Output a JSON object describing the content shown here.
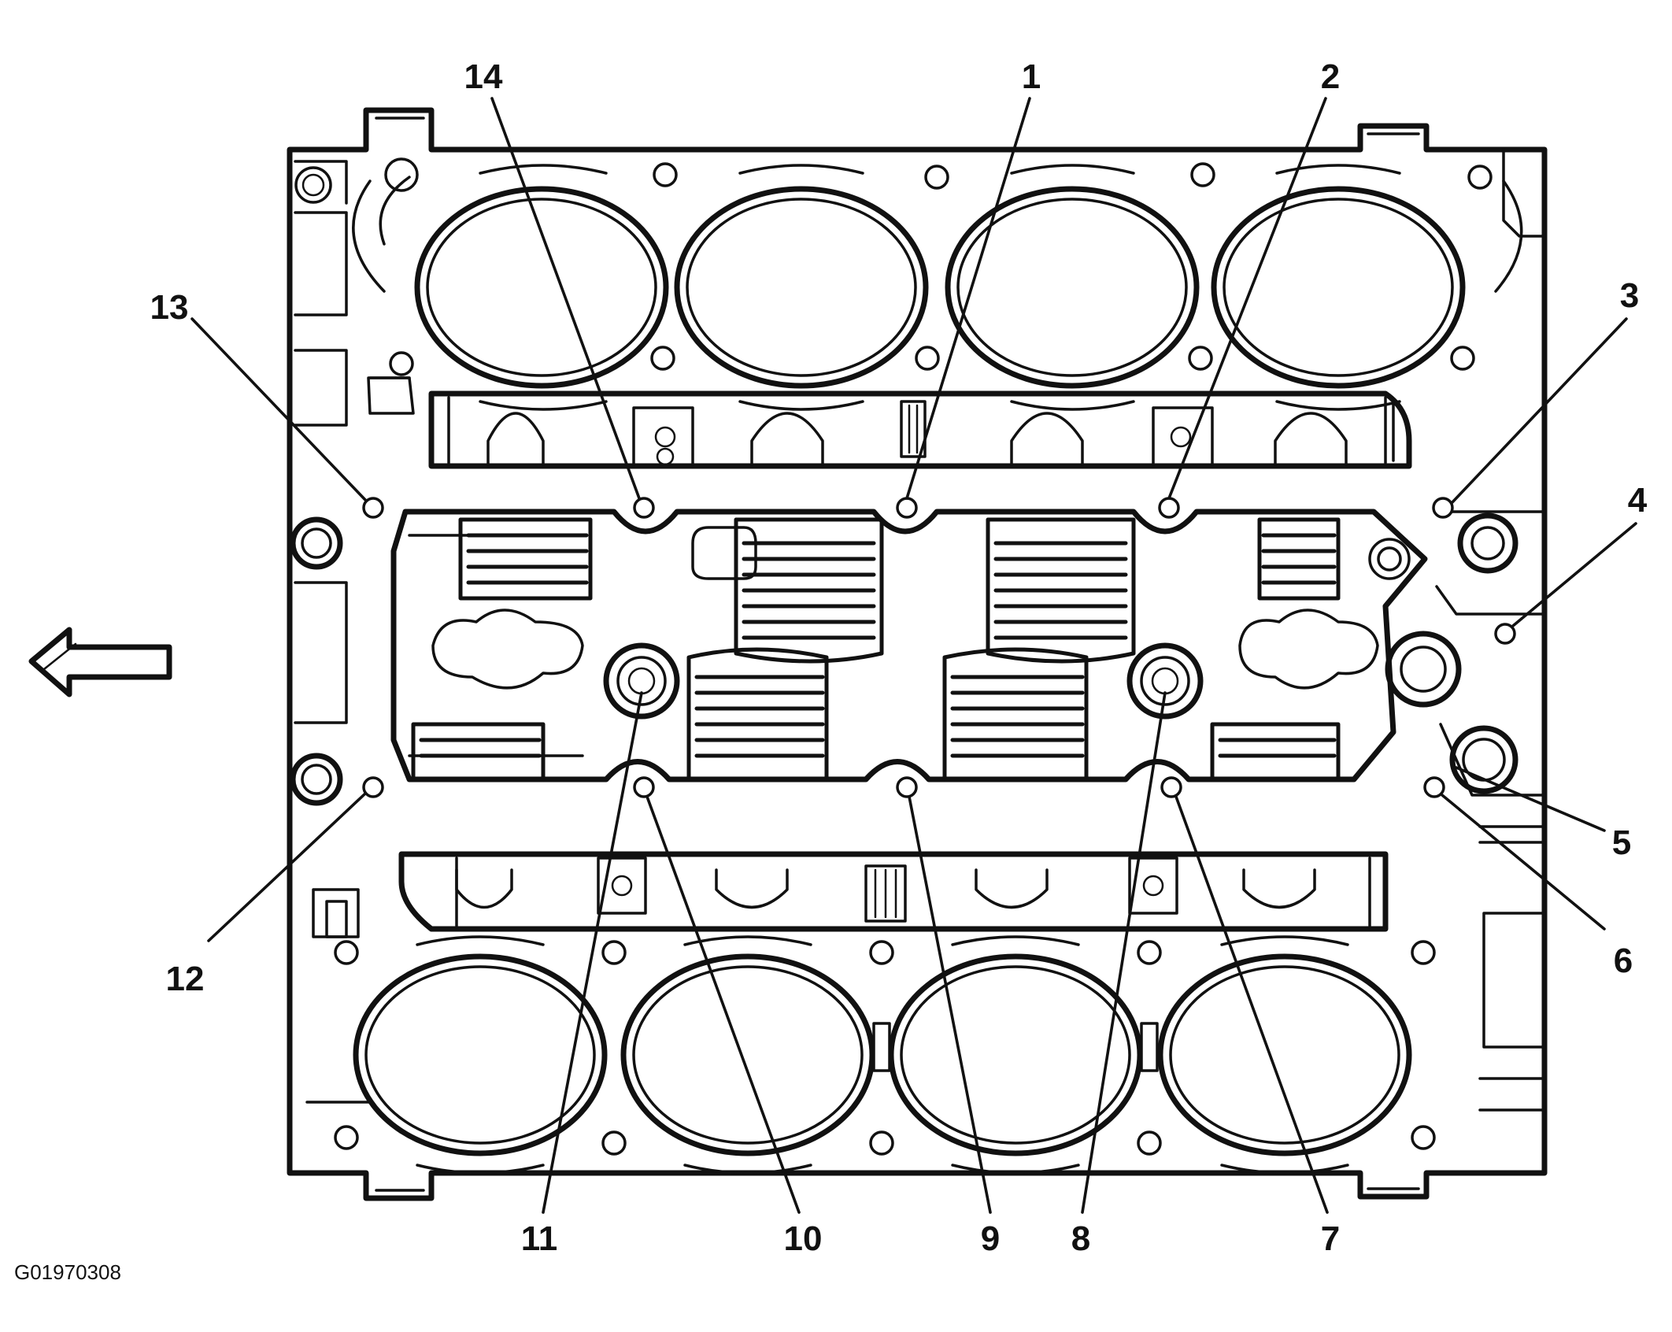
{
  "figure_id": "G01970308",
  "direction_arrow": {
    "icon": "left-arrow-icon"
  },
  "callouts": [
    {
      "label": "1"
    },
    {
      "label": "2"
    },
    {
      "label": "3"
    },
    {
      "label": "4"
    },
    {
      "label": "5"
    },
    {
      "label": "6"
    },
    {
      "label": "7"
    },
    {
      "label": "8"
    },
    {
      "label": "9"
    },
    {
      "label": "10"
    },
    {
      "label": "11"
    },
    {
      "label": "12"
    },
    {
      "label": "13"
    },
    {
      "label": "14"
    }
  ]
}
